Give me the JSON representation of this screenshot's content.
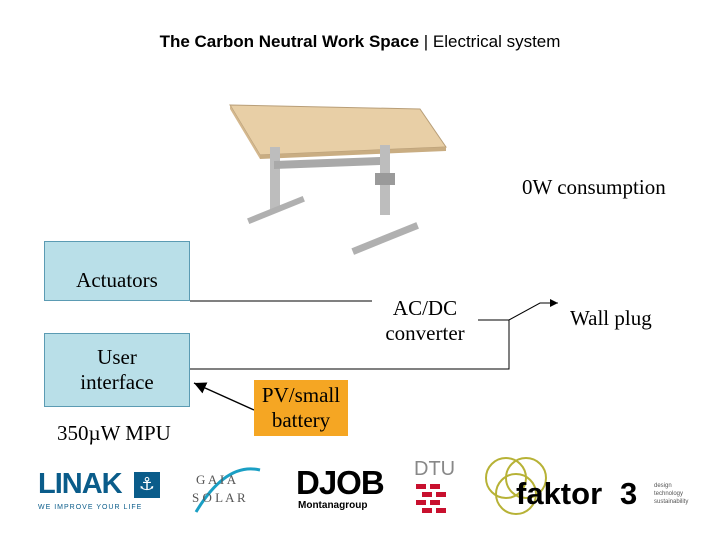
{
  "header": {
    "title_bold": "The Carbon Neutral Work Space",
    "title_rest": " | Electrical system"
  },
  "diagram": {
    "consumption": "0W consumption",
    "actuators": "Actuators",
    "user_interface_1": "User",
    "user_interface_2": "interface",
    "mpu": "350µW MPU",
    "converter_1": "AC/DC",
    "converter_2": "converter",
    "wall_plug": "Wall plug",
    "pv_1": "PV/small",
    "pv_2": "battery"
  },
  "logos": {
    "linak": "LINAK",
    "linak_tag": "WE IMPROVE YOUR LIFE",
    "gaia_1": "G A I A",
    "gaia_2": "S O L A R",
    "djob": "DJOB",
    "djob_sub": "Montanagroup",
    "dtu": "DTU",
    "faktor": "faktor",
    "faktor_num": "3",
    "faktor_tag_1": "design",
    "faktor_tag_2": "technology",
    "faktor_tag_3": "sustainability"
  },
  "colors": {
    "box_blue": "#b9dfe8",
    "box_orange": "#f5a623",
    "desk_top": "#e8cfa6",
    "frame": "#b8b8b8",
    "dtu_red": "#c8102e",
    "linak_blue": "#0a5c8a"
  }
}
